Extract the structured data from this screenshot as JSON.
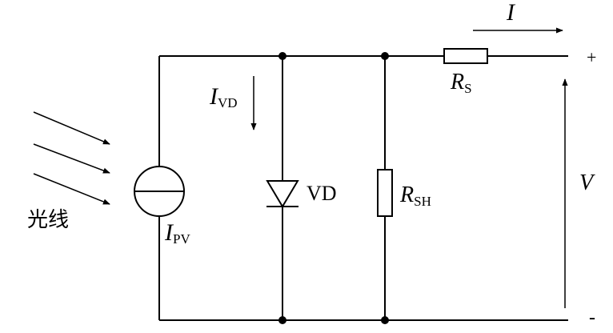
{
  "labels": {
    "light": "光线",
    "current_pv": "I",
    "current_pv_sub": "PV",
    "current_vd": "I",
    "current_vd_sub": "VD",
    "diode": "VD",
    "shunt_resistor": "R",
    "shunt_resistor_sub": "SH",
    "series_resistor": "R",
    "series_resistor_sub": "S",
    "output_current": "I",
    "output_voltage": "V",
    "terminal_plus": "+",
    "terminal_minus": "-"
  }
}
